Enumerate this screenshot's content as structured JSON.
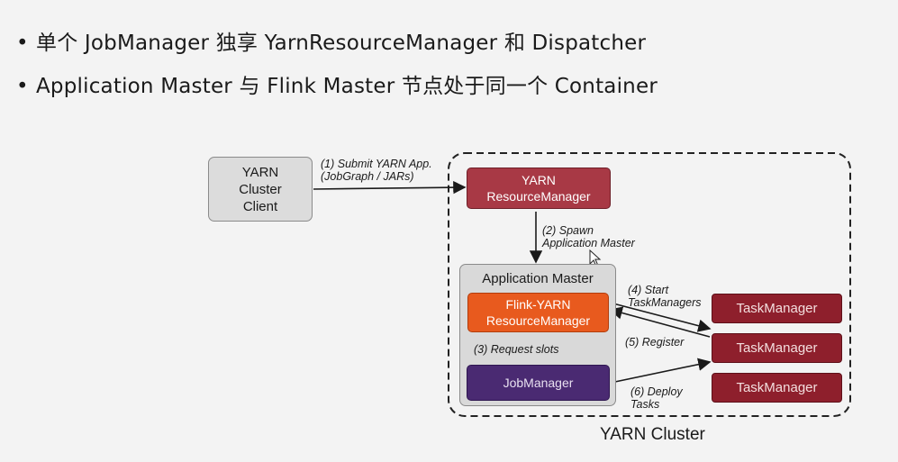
{
  "bullets": [
    "单个 JobManager 独享 YarnResourceManager 和 Dispatcher",
    "Application Master 与 Flink Master 节点处于同一个 Container"
  ],
  "diagram": {
    "client": [
      "YARN",
      "Cluster",
      "Client"
    ],
    "yarn_rm": [
      "YARN",
      "ResourceManager"
    ],
    "app_master": "Application Master",
    "flink_rm": [
      "Flink-YARN",
      "ResourceManager"
    ],
    "job_manager": "JobManager",
    "task_managers": [
      "TaskManager",
      "TaskManager",
      "TaskManager"
    ],
    "cluster_label": "YARN Cluster",
    "steps": {
      "submit": [
        "(1) Submit YARN App.",
        "(JobGraph / JARs)"
      ],
      "spawn": [
        "(2) Spawn",
        "Application Master"
      ],
      "request": "(3) Request slots",
      "start": [
        "(4) Start",
        "TaskManagers"
      ],
      "register": "(5) Register",
      "deploy": [
        "(6) Deploy",
        "Tasks"
      ]
    }
  }
}
